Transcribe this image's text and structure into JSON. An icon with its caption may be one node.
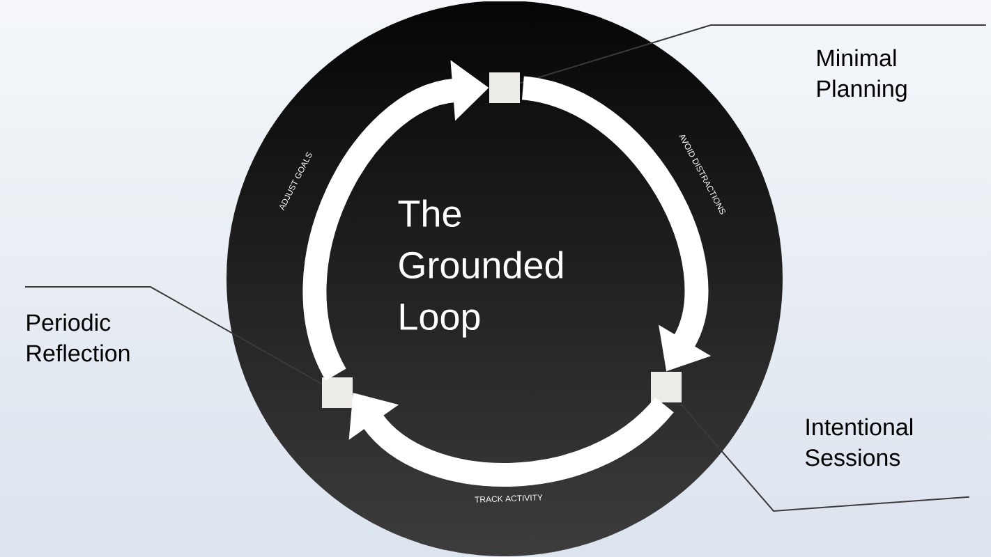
{
  "diagram": {
    "nodes": [
      {
        "text": [
          "The Grounded Loop"
        ]
      },
      {
        "text": [],
        "shape": "box",
        "in": 0
      },
      {
        "text": [],
        "shape": "box",
        "in": 0
      },
      {
        "text": [],
        "shape": "box",
        "in": 0
      },
      {
        "text": [
          "Minimal Planning"
        ]
      },
      {
        "text": [
          "Intentional Sessions"
        ]
      },
      {
        "text": [
          "Periodic Reflection"
        ]
      }
    ],
    "edges": [
      {
        "from": 4,
        "to": 1,
        "arrow": "none"
      },
      {
        "from": 5,
        "to": 2,
        "arrow": "none"
      },
      {
        "from": 6,
        "to": 3,
        "arrow": "none"
      },
      {
        "from": 1,
        "to": 2,
        "arrow": "to",
        "label": "AVOID DISTRACTIONS",
        "style": "thick",
        "color": "#ffffff"
      },
      {
        "from": 2,
        "to": 3,
        "arrow": "to",
        "label": "TRACK ACTIVITY",
        "style": "thick",
        "color": "#ffffff"
      },
      {
        "from": 3,
        "to": 1,
        "arrow": "to",
        "label": "ADJUST GOALS",
        "style": "thick",
        "color": "#ffffff"
      }
    ]
  }
}
